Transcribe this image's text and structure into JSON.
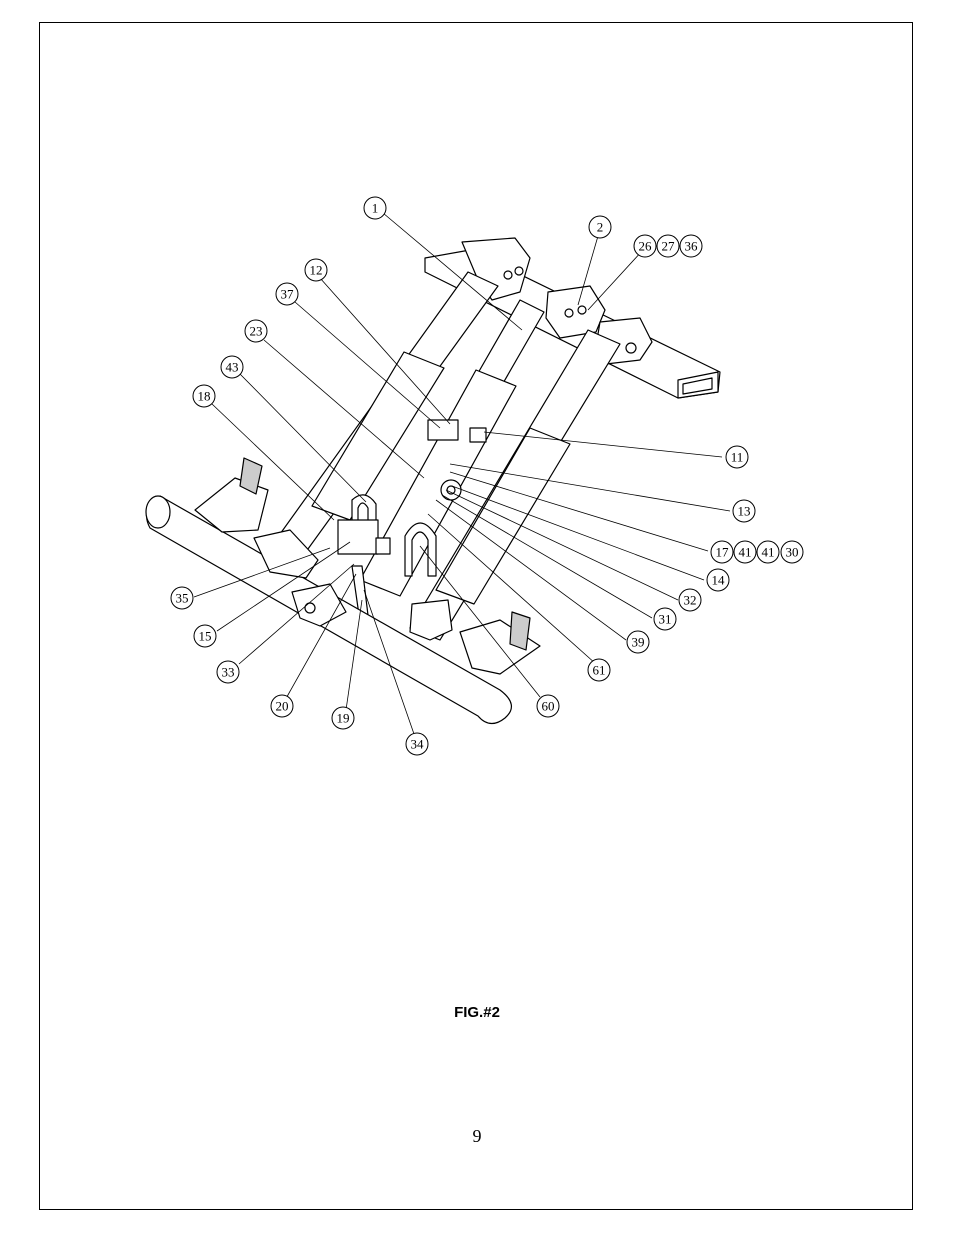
{
  "figure": {
    "caption": "FIG.#2",
    "page_number": "9"
  },
  "callouts": [
    {
      "id": "c1",
      "label": "1"
    },
    {
      "id": "c2",
      "label": "2"
    },
    {
      "id": "c26",
      "label": "26"
    },
    {
      "id": "c27",
      "label": "27"
    },
    {
      "id": "c36",
      "label": "36"
    },
    {
      "id": "c12",
      "label": "12"
    },
    {
      "id": "c37",
      "label": "37"
    },
    {
      "id": "c23",
      "label": "23"
    },
    {
      "id": "c43",
      "label": "43"
    },
    {
      "id": "c18",
      "label": "18"
    },
    {
      "id": "c11",
      "label": "11"
    },
    {
      "id": "c13",
      "label": "13"
    },
    {
      "id": "c17",
      "label": "17"
    },
    {
      "id": "c41a",
      "label": "41"
    },
    {
      "id": "c41b",
      "label": "41"
    },
    {
      "id": "c30",
      "label": "30"
    },
    {
      "id": "c14",
      "label": "14"
    },
    {
      "id": "c32",
      "label": "32"
    },
    {
      "id": "c31",
      "label": "31"
    },
    {
      "id": "c39",
      "label": "39"
    },
    {
      "id": "c61",
      "label": "61"
    },
    {
      "id": "c60",
      "label": "60"
    },
    {
      "id": "c35",
      "label": "35"
    },
    {
      "id": "c15",
      "label": "15"
    },
    {
      "id": "c33",
      "label": "33"
    },
    {
      "id": "c20",
      "label": "20"
    },
    {
      "id": "c19",
      "label": "19"
    },
    {
      "id": "c34",
      "label": "34"
    }
  ]
}
